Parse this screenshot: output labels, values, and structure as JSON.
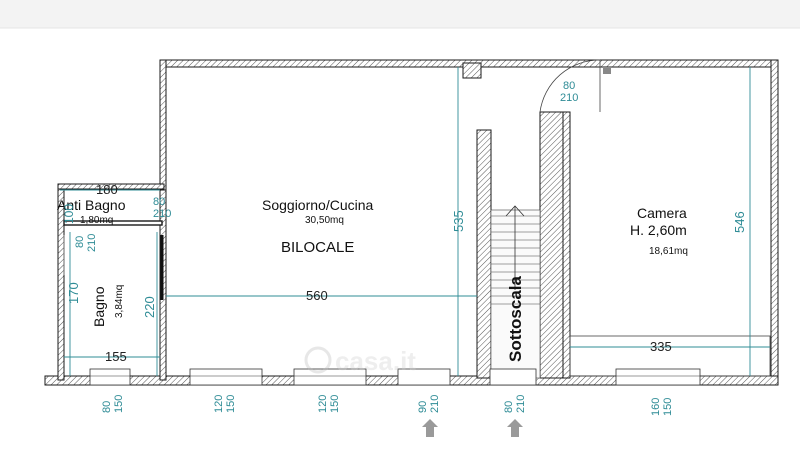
{
  "rooms": {
    "anti_bagno": {
      "name": "Anti Bagno",
      "area": "1,80mq"
    },
    "bagno": {
      "name": "Bagno",
      "area": "3,84mq"
    },
    "soggiorno": {
      "name": "Soggiorno/Cucina",
      "area": "30,50mq",
      "unit_label": "BILOCALE"
    },
    "sottoscala": {
      "name": "Sottoscala"
    },
    "camera": {
      "name": "Camera",
      "height": "H. 2,60m",
      "area": "18,61mq"
    }
  },
  "dimensions": {
    "anti_bagno_width": "180",
    "anti_bagno_depth": "100",
    "anti_bagno_door_w": "80",
    "anti_bagno_door_h": "210",
    "bagno_door_w": "80",
    "bagno_door_h": "210",
    "bagno_height": "170",
    "bagno_depth": "220",
    "bagno_width": "155",
    "soggiorno_width": "560",
    "soggiorno_depth": "535",
    "camera_door_w": "80",
    "camera_door_h": "210",
    "camera_depth": "546",
    "camera_width": "335",
    "window_bagno_w": "80",
    "window_bagno_h": "150",
    "window_1_w": "120",
    "window_1_h": "150",
    "window_2_w": "120",
    "window_2_h": "150",
    "entrance_1_w": "90",
    "entrance_1_h": "210",
    "entrance_2_w": "80",
    "entrance_2_h": "210",
    "window_camera_w": "160",
    "window_camera_h": "150"
  },
  "watermark": {
    "text": "casa.it"
  },
  "colors": {
    "dimension": "#2f8c96",
    "wall": "#1a1a1a",
    "arrow": "#9a9a9a"
  },
  "icons": {
    "entrance_arrow_1": "arrow-up-icon",
    "entrance_arrow_2": "arrow-up-icon"
  }
}
